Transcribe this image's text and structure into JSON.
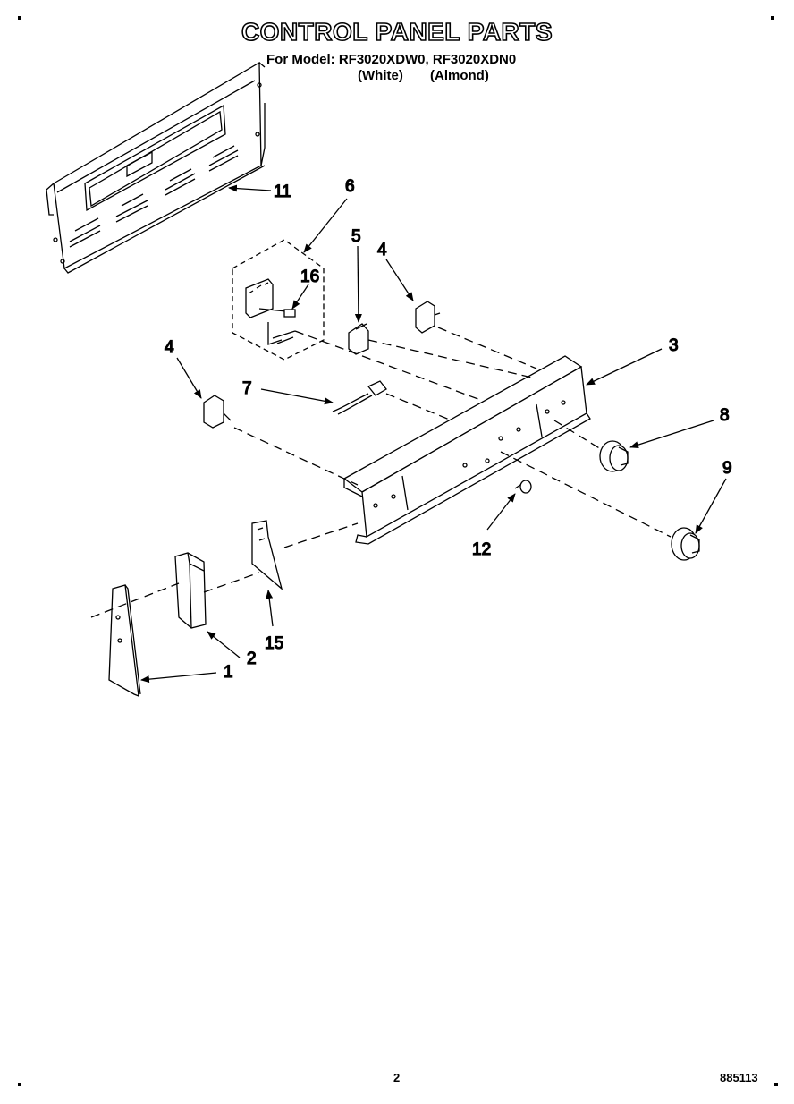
{
  "title": "CONTROL PANEL PARTS",
  "model_line": "For Model: RF3020XDW0, RF3020XDN0",
  "color_white": "(White)",
  "color_almond": "(Almond)",
  "page_number": "2",
  "document_number": "885113",
  "callouts": {
    "c1": "1",
    "c2": "2",
    "c3": "3",
    "c4a": "4",
    "c4b": "4",
    "c5": "5",
    "c6": "6",
    "c7": "7",
    "c8": "8",
    "c9": "9",
    "c11": "11",
    "c12": "12",
    "c15": "15",
    "c16": "16"
  }
}
